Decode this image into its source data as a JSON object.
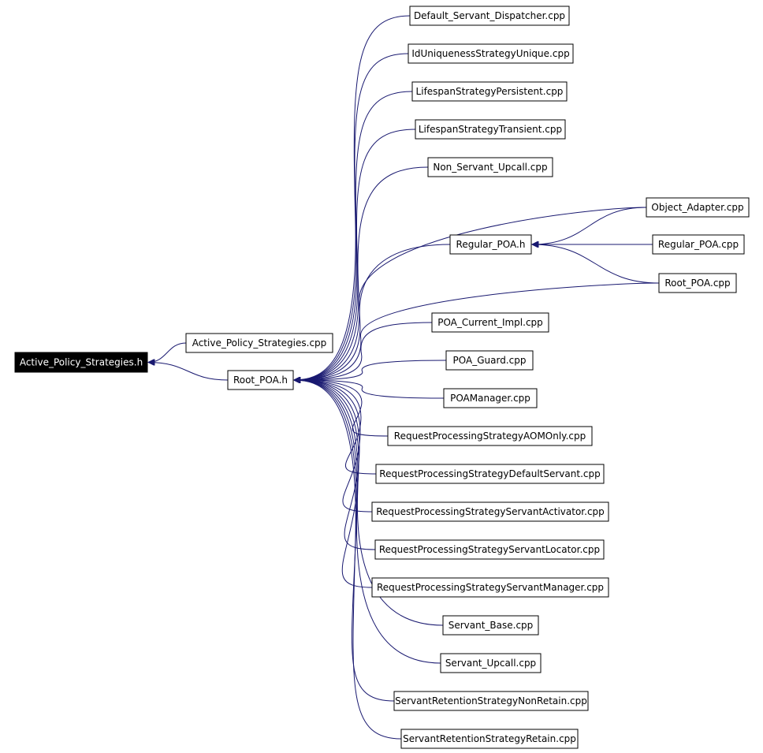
{
  "colors": {
    "edge": "#191970",
    "node_border": "#000000",
    "root_fill": "#000000",
    "root_text": "#ffffff",
    "background": "#ffffff"
  },
  "nodes": [
    {
      "id": "active_policy_strategies_h",
      "label": "Active_Policy_Strategies.h",
      "root": true
    },
    {
      "id": "active_policy_strategies_cpp",
      "label": "Active_Policy_Strategies.cpp"
    },
    {
      "id": "root_poa_h",
      "label": "Root_POA.h"
    },
    {
      "id": "default_servant_dispatcher",
      "label": "Default_Servant_Dispatcher.cpp"
    },
    {
      "id": "iduniqueness_unique",
      "label": "IdUniquenessStrategyUnique.cpp"
    },
    {
      "id": "lifespan_persistent",
      "label": "LifespanStrategyPersistent.cpp"
    },
    {
      "id": "lifespan_transient",
      "label": "LifespanStrategyTransient.cpp"
    },
    {
      "id": "non_servant_upcall",
      "label": "Non_Servant_Upcall.cpp"
    },
    {
      "id": "object_adapter",
      "label": "Object_Adapter.cpp"
    },
    {
      "id": "regular_poa_h",
      "label": "Regular_POA.h"
    },
    {
      "id": "regular_poa_cpp",
      "label": "Regular_POA.cpp"
    },
    {
      "id": "root_poa_cpp",
      "label": "Root_POA.cpp"
    },
    {
      "id": "poa_current_impl",
      "label": "POA_Current_Impl.cpp"
    },
    {
      "id": "poa_guard",
      "label": "POA_Guard.cpp"
    },
    {
      "id": "poamanager",
      "label": "POAManager.cpp"
    },
    {
      "id": "rps_aomonly",
      "label": "RequestProcessingStrategyAOMOnly.cpp"
    },
    {
      "id": "rps_defaultservant",
      "label": "RequestProcessingStrategyDefaultServant.cpp"
    },
    {
      "id": "rps_servantactivator",
      "label": "RequestProcessingStrategyServantActivator.cpp"
    },
    {
      "id": "rps_servantlocator",
      "label": "RequestProcessingStrategyServantLocator.cpp"
    },
    {
      "id": "rps_servantmanager",
      "label": "RequestProcessingStrategyServantManager.cpp"
    },
    {
      "id": "servant_base",
      "label": "Servant_Base.cpp"
    },
    {
      "id": "servant_upcall",
      "label": "Servant_Upcall.cpp"
    },
    {
      "id": "srs_nonretain",
      "label": "ServantRetentionStrategyNonRetain.cpp"
    },
    {
      "id": "srs_retain",
      "label": "ServantRetentionStrategyRetain.cpp"
    }
  ],
  "edges": [
    {
      "from": "active_policy_strategies_cpp",
      "to": "active_policy_strategies_h"
    },
    {
      "from": "root_poa_h",
      "to": "active_policy_strategies_h"
    },
    {
      "from": "default_servant_dispatcher",
      "to": "root_poa_h"
    },
    {
      "from": "iduniqueness_unique",
      "to": "root_poa_h"
    },
    {
      "from": "lifespan_persistent",
      "to": "root_poa_h"
    },
    {
      "from": "lifespan_transient",
      "to": "root_poa_h"
    },
    {
      "from": "non_servant_upcall",
      "to": "root_poa_h"
    },
    {
      "from": "object_adapter",
      "to": "root_poa_h"
    },
    {
      "from": "regular_poa_h",
      "to": "root_poa_h"
    },
    {
      "from": "root_poa_cpp",
      "to": "root_poa_h"
    },
    {
      "from": "poa_current_impl",
      "to": "root_poa_h"
    },
    {
      "from": "poa_guard",
      "to": "root_poa_h"
    },
    {
      "from": "poamanager",
      "to": "root_poa_h"
    },
    {
      "from": "rps_aomonly",
      "to": "root_poa_h"
    },
    {
      "from": "rps_defaultservant",
      "to": "root_poa_h"
    },
    {
      "from": "rps_servantactivator",
      "to": "root_poa_h"
    },
    {
      "from": "rps_servantlocator",
      "to": "root_poa_h"
    },
    {
      "from": "rps_servantmanager",
      "to": "root_poa_h"
    },
    {
      "from": "servant_base",
      "to": "root_poa_h"
    },
    {
      "from": "servant_upcall",
      "to": "root_poa_h"
    },
    {
      "from": "srs_nonretain",
      "to": "root_poa_h"
    },
    {
      "from": "srs_retain",
      "to": "root_poa_h"
    },
    {
      "from": "object_adapter",
      "to": "regular_poa_h"
    },
    {
      "from": "regular_poa_cpp",
      "to": "regular_poa_h"
    },
    {
      "from": "root_poa_cpp",
      "to": "regular_poa_h"
    }
  ]
}
